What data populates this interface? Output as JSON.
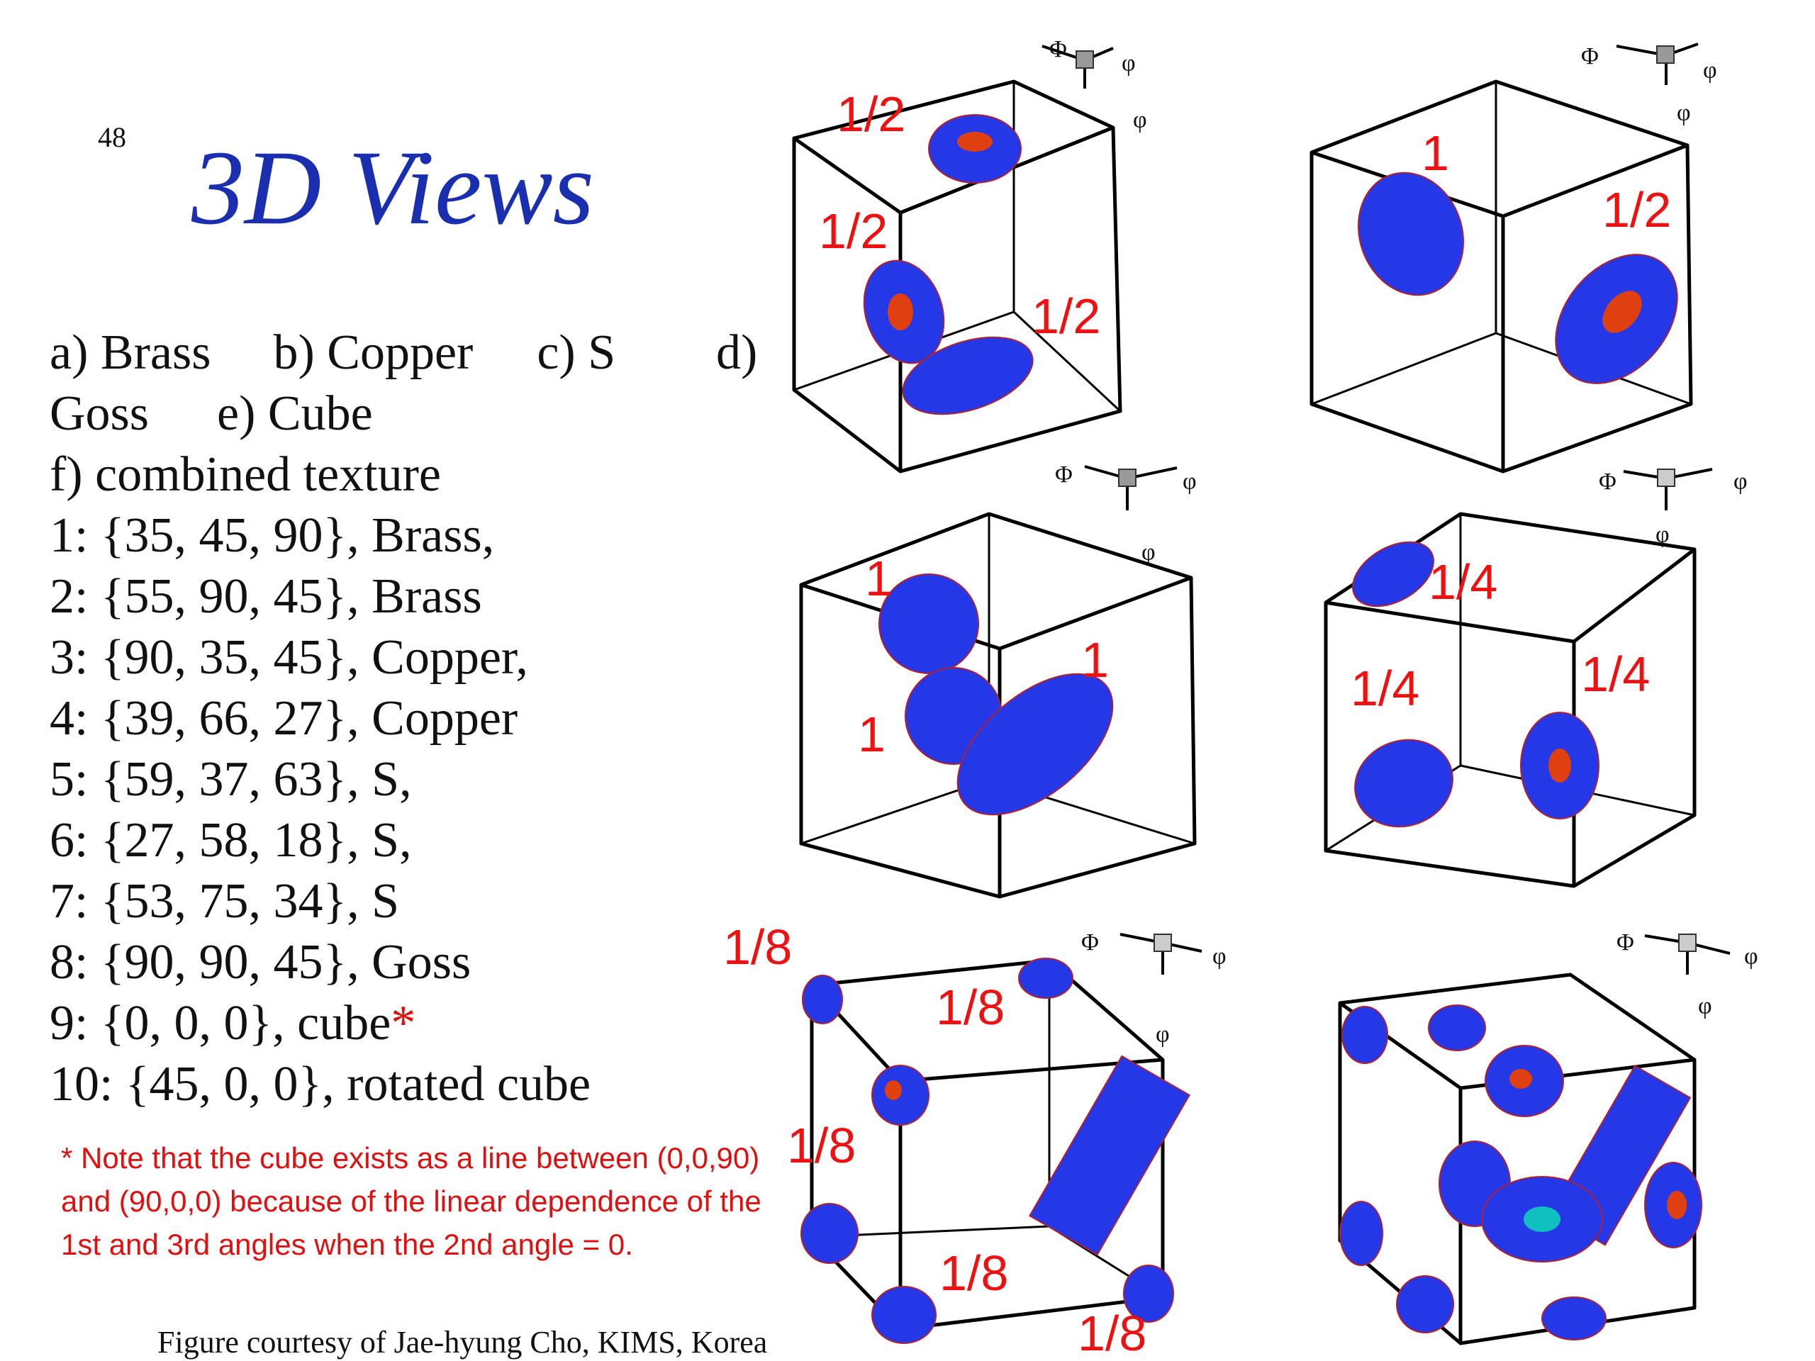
{
  "slide_number": "48",
  "title": "3D Views",
  "legend_lines": [
    [
      "a) Brass",
      "b) Copper",
      "c) S",
      "d)"
    ],
    [
      "Goss",
      "e) Cube"
    ]
  ],
  "texture_lines": [
    "f) combined texture",
    "1: {35, 45, 90}, Brass,",
    "2: {55, 90, 45}, Brass",
    "3: {90, 35, 45}, Copper,",
    "4: {39, 66, 27}, Copper",
    "5: {59, 37, 63}, S,",
    "6: {27, 58, 18}, S,",
    "7: {53, 75, 34}, S",
    "8: {90, 90, 45}, Goss",
    "9: {0, 0, 0}, cube",
    "10: {45, 0, 0}, rotated cube"
  ],
  "asterisk": "*",
  "note": "* Note that the cube exists as a line between (0,0,90) and (90,0,0) because of the linear dependence of the 1st and 3rd angles when the 2nd angle = 0.",
  "credit": "Figure courtesy of Jae-hyung Cho, KIMS, Korea",
  "axis_labels": {
    "Phi": "Φ",
    "phi": "φ"
  },
  "colors": {
    "title": "#1a2fb0",
    "annotation": "#e01010",
    "blob_body": "#2030e0",
    "blob_hot": "#e03010"
  },
  "panels": [
    {
      "id": "a",
      "fractions": [
        "1/2",
        "1/2",
        "1/2"
      ]
    },
    {
      "id": "b",
      "fractions": [
        "1",
        "1/2"
      ]
    },
    {
      "id": "c",
      "fractions": [
        "1",
        "1",
        "1"
      ]
    },
    {
      "id": "d",
      "fractions": [
        "1/4",
        "1/4",
        "1/4"
      ]
    },
    {
      "id": "e",
      "fractions": [
        "1/8",
        "1/8",
        "1/8",
        "1/8",
        "1/8"
      ]
    },
    {
      "id": "f",
      "fractions": []
    }
  ]
}
